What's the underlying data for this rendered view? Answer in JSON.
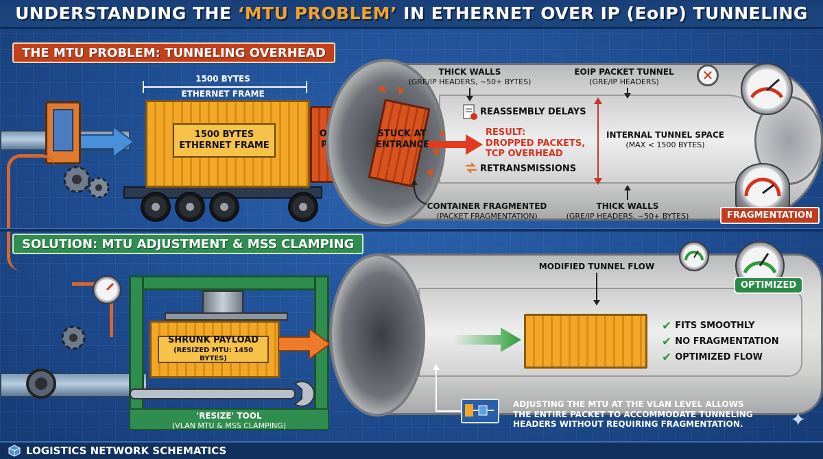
{
  "title": {
    "prefix": "UNDERSTANDING THE ",
    "highlight": "‘MTU PROBLEM’",
    "suffix": " IN ETHERNET OVER IP (EoIP) TUNNELING"
  },
  "colors": {
    "background": "#1f4f94",
    "highlight": "#f3a12c",
    "problem_header": "#c3401d",
    "solution_header": "#2f8d50",
    "container": "#f2a826",
    "fragment": "#d8531f",
    "result_text": "#d7321c",
    "check": "#2f9a3d"
  },
  "problem": {
    "header": "THE MTU PROBLEM: TUNNELING OVERHEAD",
    "dimension_label": {
      "line1": "1500 BYTES",
      "line2": "ETHERNET FRAME"
    },
    "container_label": {
      "line1": "1500 BYTES",
      "line2": "ETHERNET FRAME"
    },
    "original_payload": {
      "line1": "ORIGINAL",
      "line2": "PAYLOAD"
    },
    "stuck": {
      "line1": "STUCK AT",
      "line2": "ENTRANCE"
    },
    "thick_walls_top": {
      "title": "THICK WALLS",
      "detail": "(GRE/IP HEADERS, ~50+ BYTES)"
    },
    "tunnel_label": {
      "title": "EOIP PACKET TUNNEL",
      "detail": "(GRE/IP HEADERS)"
    },
    "reassembly": "REASSEMBLY DELAYS",
    "result": {
      "line1": "RESULT:",
      "line2": "DROPPED PACKETS,",
      "line3": "TCP OVERHEAD"
    },
    "retransmissions": "RETRANSMISSIONS",
    "internal_space": {
      "title": "INTERNAL TUNNEL SPACE",
      "detail": "(MAX < 1500 BYTES)"
    },
    "fragmented": {
      "title": "CONTAINER FRAGMENTED",
      "detail": "(PACKET FRAGMENTATION)"
    },
    "thick_walls_bottom": {
      "title": "THICK WALLS",
      "detail": "(GRE/IP HEADERS, ~50+ BYTES)"
    },
    "badge": "FRAGMENTATION"
  },
  "solution": {
    "header": "SOLUTION: MTU ADJUSTMENT & MSS CLAMPING",
    "shrunk": {
      "line1": "SHRUNK PAYLOAD",
      "line2": "(RESIZED MTU: 1450 BYTES)"
    },
    "tool": {
      "title": "'RESIZE' TOOL",
      "detail": "(VLAN MTU & MSS CLAMPING)"
    },
    "flow_label": "MODIFIED TUNNEL FLOW",
    "badge": "OPTIMIZED",
    "checks": [
      "FITS SMOOTHLY",
      "NO FRAGMENTATION",
      "OPTIMIZED FLOW"
    ],
    "note": "ADJUSTING THE MTU AT THE VLAN LEVEL ALLOWS THE ENTIRE PACKET TO ACCOMMODATE TUNNELING HEADERS WITHOUT REQUIRING FRAGMENTATION."
  },
  "footer": {
    "label": "LOGISTICS NETWORK SCHEMATICS"
  },
  "icons": {
    "check": "✔",
    "star": "✦"
  }
}
